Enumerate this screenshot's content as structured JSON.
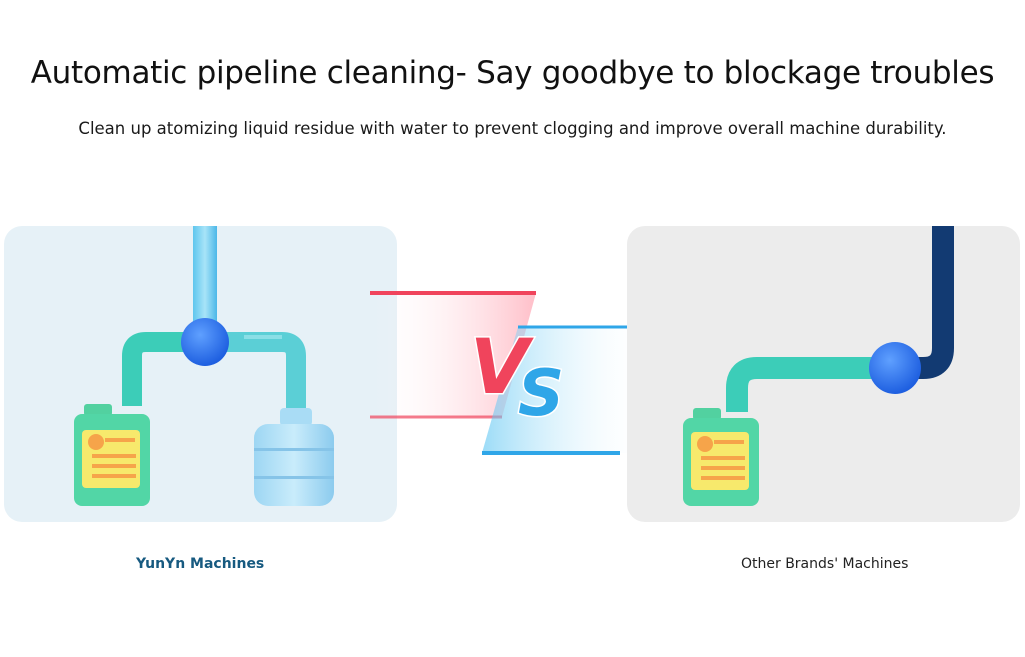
{
  "headline": "Automatic pipeline cleaning- Say goodbye to blockage troubles",
  "subline": "Clean up atomizing liquid residue with water to prevent clogging and improve overall machine durability.",
  "vs_text": {
    "v": "V",
    "s": "S"
  },
  "left_label": "YunYn Machines",
  "right_label": "Other Brands' Machines",
  "colors": {
    "pipe_teal": "#3ccdb8",
    "pipe_dark": "#123a72",
    "node_blue": "#2f76ee",
    "vs_red": "#f0445c",
    "vs_blue": "#2fa6e8",
    "label_blue": "#175a80"
  }
}
